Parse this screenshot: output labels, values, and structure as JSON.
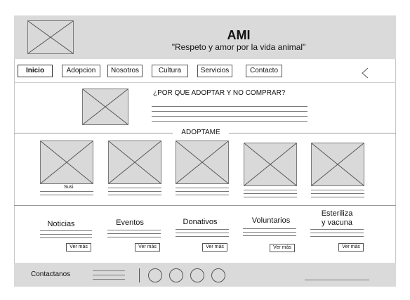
{
  "header": {
    "title": "AMI",
    "slogan": "\"Respeto y amor por la vida animal\""
  },
  "nav": {
    "items": [
      "Inicio",
      "Adopcion",
      "Nosotros",
      "Cultura",
      "Servicios",
      "Contacto"
    ],
    "back_icon": "chevron-left-icon"
  },
  "intro": {
    "heading": "¿POR QUE ADOPTAR Y NO COMPRAR?"
  },
  "adopt": {
    "heading": "ADOPTAME",
    "pets": [
      {
        "name": "Susi"
      },
      {
        "name": ""
      },
      {
        "name": ""
      },
      {
        "name": ""
      },
      {
        "name": ""
      }
    ]
  },
  "sections": {
    "items": [
      {
        "title": "Noticias",
        "button": "Ver más"
      },
      {
        "title": "Eventos",
        "button": "Ver más"
      },
      {
        "title": "Donativos",
        "button": "Ver más"
      },
      {
        "title": "Voluntarios",
        "button": "Ver más"
      },
      {
        "title_line1": "Esteriliza",
        "title_line2": "y vacuna",
        "button": "Ver más"
      }
    ]
  },
  "footer": {
    "contact_label": "Contactanos",
    "social_icons": [
      "circle-icon",
      "circle-icon",
      "circle-icon",
      "circle-icon"
    ]
  }
}
